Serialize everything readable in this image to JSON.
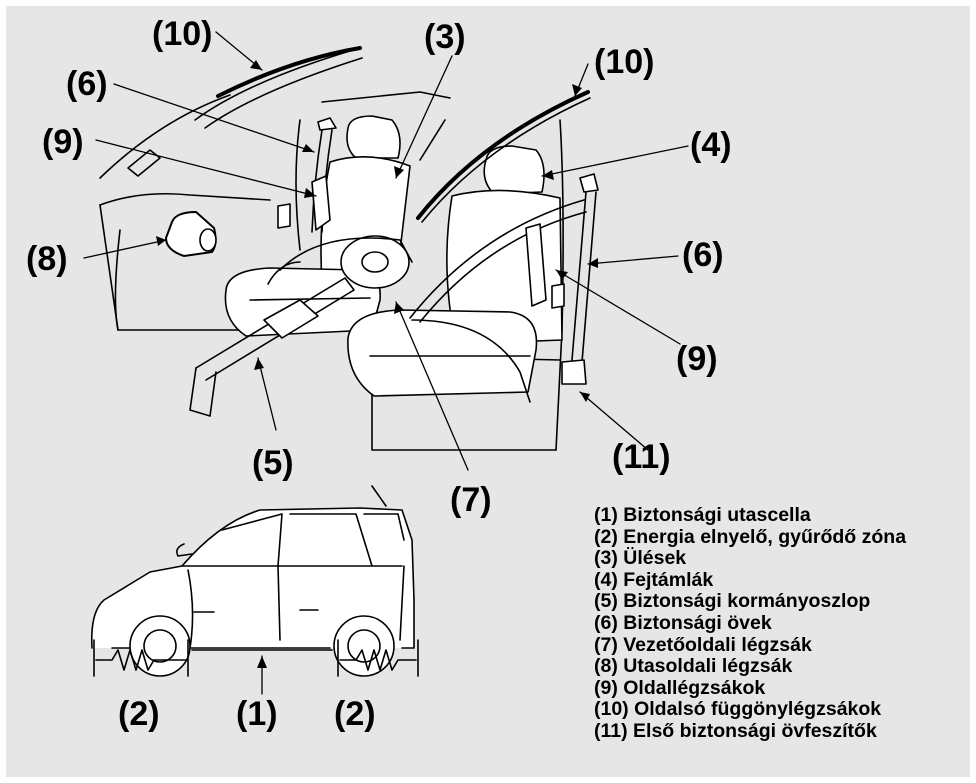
{
  "callouts": {
    "c10a": "(10)",
    "c10b": "(10)",
    "c6a": "(6)",
    "c6b": "(6)",
    "c9a": "(9)",
    "c9b": "(9)",
    "c3": "(3)",
    "c4": "(4)",
    "c8": "(8)",
    "c5": "(5)",
    "c7": "(7)",
    "c11": "(11)",
    "c2a": "(2)",
    "c1": "(1)",
    "c2b": "(2)"
  },
  "legend": [
    "(1) Biztonsági utascella",
    "(2) Energia elnyelő, gyűrődő zóna",
    "(3) Ülések",
    "(4) Fejtámlák",
    "(5) Biztonsági kormányoszlop",
    "(6) Biztonsági övek",
    "(7) Vezetőoldali légzsák",
    "(8) Utasoldali légzsák",
    "(9) Oldallégzsákok",
    "(10) Oldalsó függönylégzsákok",
    "(11) Első biztonsági övfeszítők"
  ]
}
